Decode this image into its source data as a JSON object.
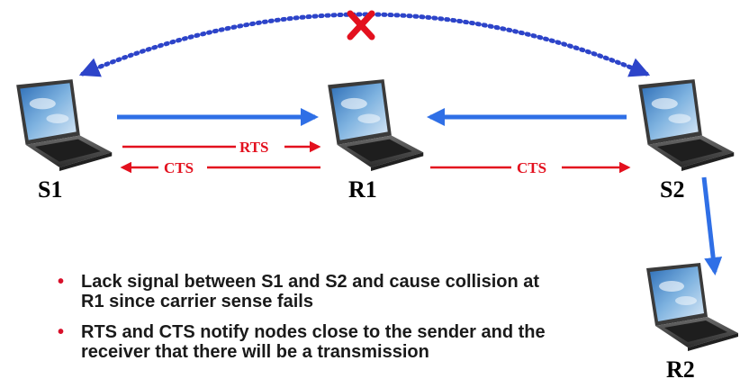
{
  "nodes": [
    {
      "id": "S1",
      "label": "S1"
    },
    {
      "id": "R1",
      "label": "R1"
    },
    {
      "id": "S2",
      "label": "S2"
    },
    {
      "id": "R2",
      "label": "R2"
    }
  ],
  "messages": {
    "rts_label": "RTS",
    "cts_left_label": "CTS",
    "cts_right_label": "CTS"
  },
  "bullets": [
    "Lack signal between S1 and S2 and cause collision at R1 since carrier sense fails",
    "RTS and CTS notify nodes close to the sender and the receiver that there will be a transmission"
  ],
  "colors": {
    "signal_blue": "#2f6fe6",
    "dotted_blue": "#2d44c9",
    "control_red": "#e3101e",
    "blocked_mark": "#e3101e",
    "bullet_red": "#d8102a"
  },
  "icons": {
    "laptop": "laptop-icon",
    "blocked": "x-mark-icon"
  }
}
